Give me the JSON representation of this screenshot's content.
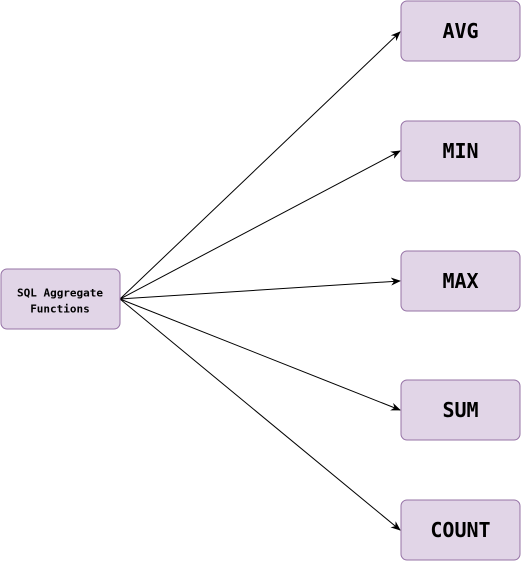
{
  "source_node": {
    "label_line1": "SQL Aggregate",
    "label_line2": "Functions"
  },
  "target_nodes": [
    {
      "label": "AVG"
    },
    {
      "label": "MIN"
    },
    {
      "label": "MAX"
    },
    {
      "label": "SUM"
    },
    {
      "label": "COUNT"
    }
  ],
  "colors": {
    "node_fill": "#e1d5e7",
    "node_stroke": "#9673a6",
    "edge": "#000000"
  }
}
